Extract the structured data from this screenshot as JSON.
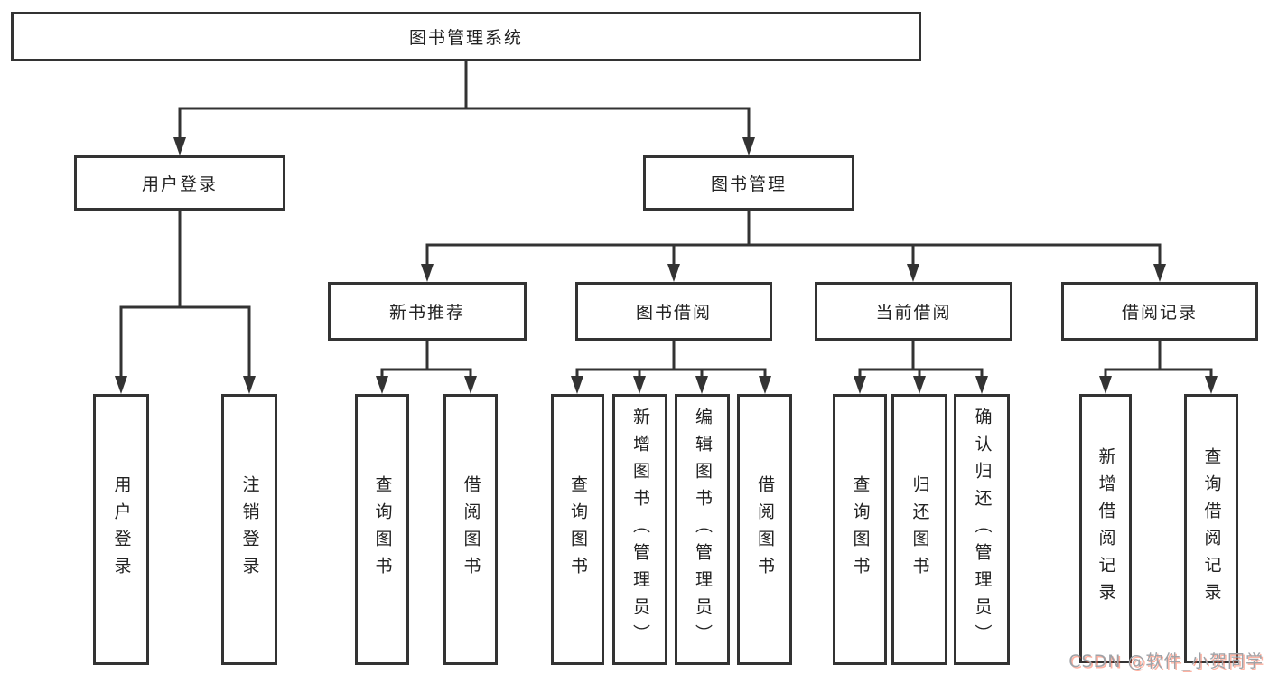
{
  "nodes": {
    "root": {
      "label": "图书管理系统"
    },
    "user_login": {
      "label": "用户登录"
    },
    "book_mgmt": {
      "label": "图书管理"
    },
    "new_book_rec": {
      "label": "新书推荐"
    },
    "book_borrow": {
      "label": "图书借阅"
    },
    "current_borrow": {
      "label": "当前借阅"
    },
    "borrow_records": {
      "label": "借阅记录"
    },
    "leaf_user_login": {
      "label": "用户登录"
    },
    "leaf_logout": {
      "label": "注销登录"
    },
    "leaf_nbr_query": {
      "label": "查询图书"
    },
    "leaf_nbr_borrow": {
      "label": "借阅图书"
    },
    "leaf_bb_query": {
      "label": "查询图书"
    },
    "leaf_bb_add": {
      "label": "新增图书（管理员）"
    },
    "leaf_bb_edit": {
      "label": "编辑图书（管理员）"
    },
    "leaf_bb_borrow": {
      "label": "借阅图书"
    },
    "leaf_cb_query": {
      "label": "查询图书"
    },
    "leaf_cb_return": {
      "label": "归还图书"
    },
    "leaf_cb_confirm": {
      "label": "确认归还（管理员）"
    },
    "leaf_br_add": {
      "label": "新增借阅记录"
    },
    "leaf_br_query": {
      "label": "查询借阅记录"
    }
  },
  "hierarchy": {
    "图书管理系统": {
      "用户登录": [
        "用户登录",
        "注销登录"
      ],
      "图书管理": {
        "新书推荐": [
          "查询图书",
          "借阅图书"
        ],
        "图书借阅": [
          "查询图书",
          "新增图书（管理员）",
          "编辑图书（管理员）",
          "借阅图书"
        ],
        "当前借阅": [
          "查询图书",
          "归还图书",
          "确认归还（管理员）"
        ],
        "借阅记录": [
          "新增借阅记录",
          "查询借阅记录"
        ]
      }
    }
  },
  "watermark": {
    "text": "CSDN @软件_小贺同学"
  },
  "colors": {
    "line": "#333333",
    "box_border": "#333333",
    "text": "#222222",
    "background": "#ffffff",
    "watermark_gray": "#9fa3a8",
    "watermark_red": "#fc5531"
  }
}
